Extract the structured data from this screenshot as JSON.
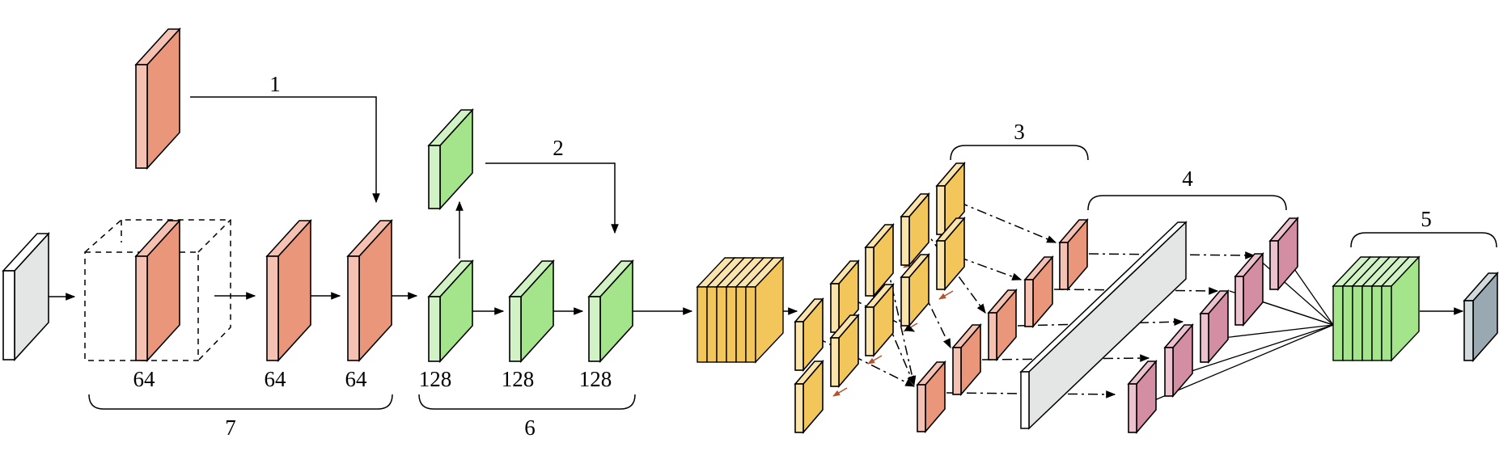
{
  "diagram": {
    "channel_labels": [
      "64",
      "64",
      "64",
      "128",
      "128",
      "128"
    ],
    "bracket_labels": [
      "1",
      "2",
      "3",
      "4",
      "5",
      "6",
      "7"
    ],
    "colors": {
      "input_face": "#e3e6e5",
      "input_side": "#ffffff",
      "salmon_face": "#e9967a",
      "salmon_side": "#f4c1b2",
      "green_face": "#a4e48a",
      "green_side": "#d0f2c4",
      "yellow_face": "#f2c65a",
      "yellow_side": "#fae4ac",
      "pink_face": "#d48ea3",
      "pink_side": "#ebc2ce",
      "output_face": "#9aa9b1",
      "output_side": "#d2dadd",
      "bar_face": "#e3e6e5",
      "stroke": "#000000"
    }
  }
}
